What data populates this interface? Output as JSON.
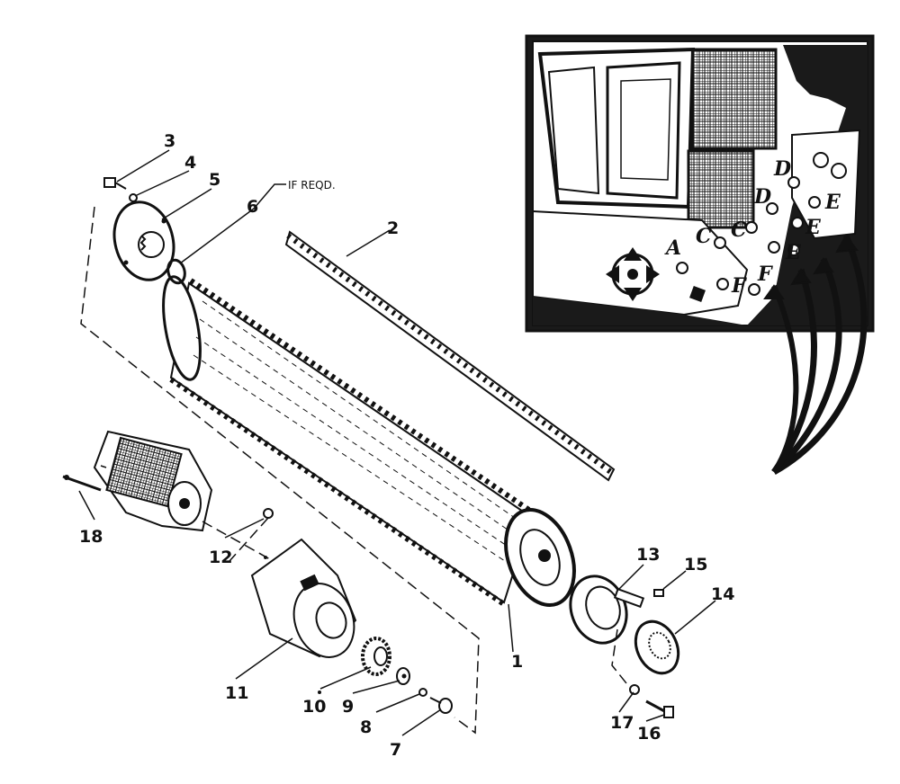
{
  "diagram": {
    "callouts": {
      "c1": "1",
      "c2": "2",
      "c3": "3",
      "c4": "4",
      "c5": "5",
      "c6": "6",
      "c7": "7",
      "c8": "8",
      "c9": "9",
      "c10": "10",
      "c11": "11",
      "c12": "12",
      "c13": "13",
      "c14": "14",
      "c15": "15",
      "c16": "16",
      "c17": "17",
      "c18": "18"
    },
    "note_if_reqd": "IF REQD.",
    "inset_labels": {
      "a": "A",
      "c1": "C",
      "c2": "C",
      "d1": "D",
      "d2": "D",
      "e1": "E",
      "e2": "E",
      "e3": "E",
      "f1": "F",
      "f2": "F"
    }
  }
}
